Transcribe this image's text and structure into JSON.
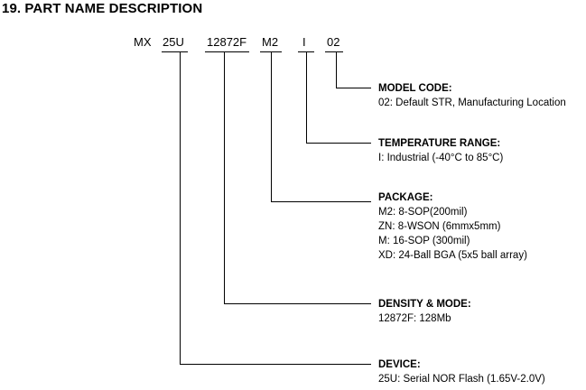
{
  "section_title": "19. PART NAME DESCRIPTION",
  "part_number_segments": {
    "prefix": "MX",
    "device": "25U",
    "density": "12872F",
    "package": "M2",
    "temperature": "I",
    "model": "02"
  },
  "descriptions": {
    "model_code": {
      "heading": "MODEL CODE:",
      "lines": [
        "02: Default STR, Manufacturing Location"
      ]
    },
    "temperature_range": {
      "heading": "TEMPERATURE RANGE:",
      "lines": [
        "I: Industrial (-40°C to 85°C)"
      ]
    },
    "package": {
      "heading": "PACKAGE:",
      "lines": [
        "M2: 8-SOP(200mil)",
        "ZN: 8-WSON (6mmx5mm)",
        "M: 16-SOP (300mil)",
        "XD: 24-Ball BGA (5x5 ball array)"
      ]
    },
    "density_mode": {
      "heading": "DENSITY & MODE:",
      "lines": [
        "12872F: 128Mb"
      ]
    },
    "device": {
      "heading": "DEVICE:",
      "lines": [
        "25U: Serial NOR Flash (1.65V-2.0V)"
      ]
    }
  }
}
